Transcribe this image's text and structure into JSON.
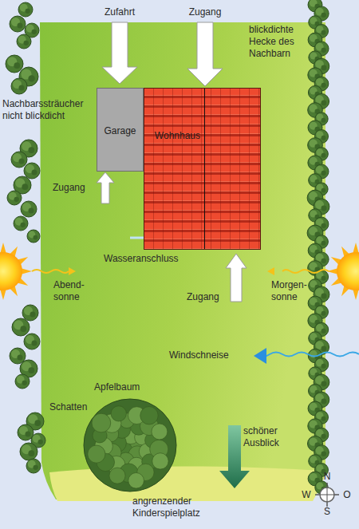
{
  "diagram": {
    "nodes": [
      {
        "text": [
          "Garage"
        ]
      },
      {
        "text": [
          "Wohnhaus"
        ]
      }
    ],
    "labels": [
      "Zufahrt",
      "Zugang",
      "blickdichte Hecke des Nachbarn",
      "Nachbarssträucher nicht blickdicht",
      "Zugang",
      "Wasseranschluss",
      "Abend- sonne",
      "Morgen- sonne",
      "Zugang",
      "Windschneise",
      "Apfelbaum",
      "Schatten",
      "schöner Ausblick",
      "angrenzender Kinderspielplatz",
      "N",
      "W",
      "O",
      "S"
    ]
  }
}
